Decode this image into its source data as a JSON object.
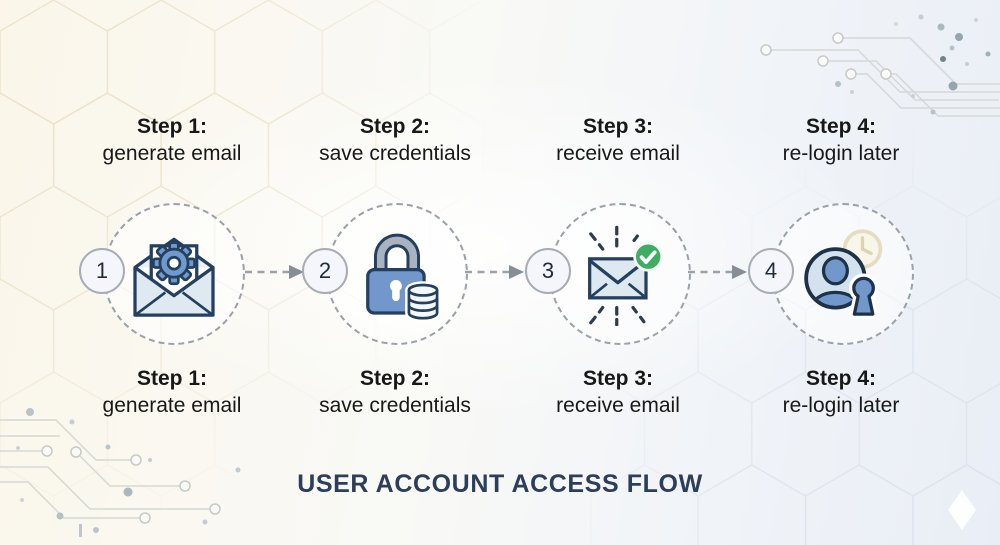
{
  "title": "USER ACCOUNT ACCESS FLOW",
  "steps": [
    {
      "number": "1",
      "label": "Step 1:",
      "description": "generate email",
      "icon": "envelope-gear-icon"
    },
    {
      "number": "2",
      "label": "Step 2:",
      "description": "save credentials",
      "icon": "lock-database-icon"
    },
    {
      "number": "3",
      "label": "Step 3:",
      "description": "receive email",
      "icon": "envelope-check-icon"
    },
    {
      "number": "4",
      "label": "Step 4:",
      "description": "re-login later",
      "icon": "user-keyhole-icon"
    }
  ],
  "colors": {
    "icon_blue": "#7297cb",
    "icon_outline_navy": "#24405e",
    "icon_light_fill": "#dfe9f1",
    "success_green": "#3fae62",
    "title_color": "#2c3e59",
    "dash_gray": "#9aa1a8",
    "bg_cream": "#fbf6e9",
    "bg_blue": "#e9eef6"
  }
}
